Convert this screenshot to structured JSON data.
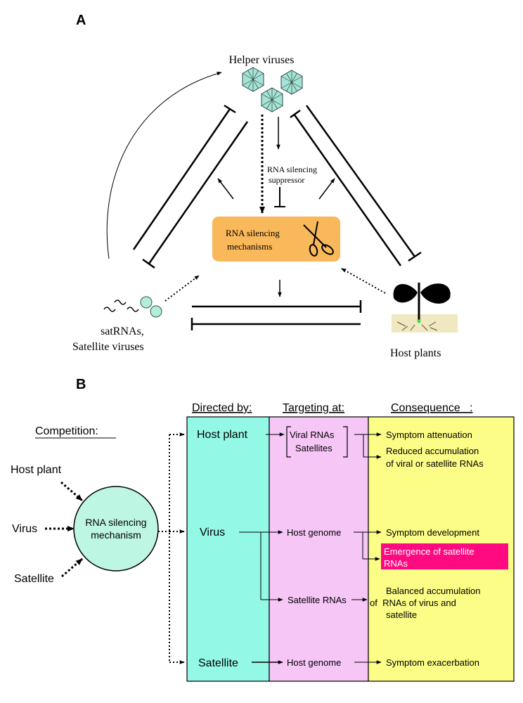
{
  "panel_a": {
    "label": "A",
    "helper_viruses": "Helper viruses",
    "suppressor_line1": "RNA silencing",
    "suppressor_line2": "suppressor",
    "mechanisms_line1": "RNA silencing",
    "mechanisms_line2": "mechanisms",
    "sat_line1": "satRNAs,",
    "sat_line2": "Satellite viruses",
    "host_plants": "Host plants",
    "colors": {
      "box": "#f9b85a",
      "virus": "#a6e3d6",
      "satellite": "#b3ecd8",
      "soil": "#efe8c0"
    },
    "icons": [
      "icosahedral-virus-icon",
      "scissors-icon",
      "plant-icon",
      "satellite-particle-icon"
    ]
  },
  "panel_b": {
    "label": "B",
    "competition": "Competition:",
    "competitors": [
      "Host plant",
      "Virus",
      "Satellite"
    ],
    "circle_line1": "RNA silencing",
    "circle_line2": "mechanism",
    "headers": {
      "directed": "Directed by:",
      "targeting": "Targeting at:",
      "consequence": "Consequence   :"
    },
    "directed": [
      "Host plant",
      "Virus",
      "Satellite"
    ],
    "targets": {
      "viral_rnas": "Viral RNAs",
      "satellites": "Satellites",
      "host_genome_1": "Host genome",
      "satellite_rnas": "Satellite RNAs",
      "host_genome_2": "Host genome"
    },
    "consequences": {
      "c1": "Symptom attenuation",
      "c2_line1": "Reduced accumulation",
      "c2_line2": "of viral or satellite RNAs",
      "c3": "Symptom development",
      "c4_line1": "Emergence of satellite",
      "c4_line2": "RNAs",
      "c5_line1": "Balanced accumulation",
      "c5_line2": "of  RNAs of virus and",
      "c5_line3": "satellite",
      "c6": "Symptom exacerbation"
    },
    "colors": {
      "directed": "#94f8e6",
      "targeting": "#f6c6f6",
      "consequence": "#fbfd86",
      "highlight": "#ff0a80",
      "circle": "#bdf6e2"
    }
  }
}
